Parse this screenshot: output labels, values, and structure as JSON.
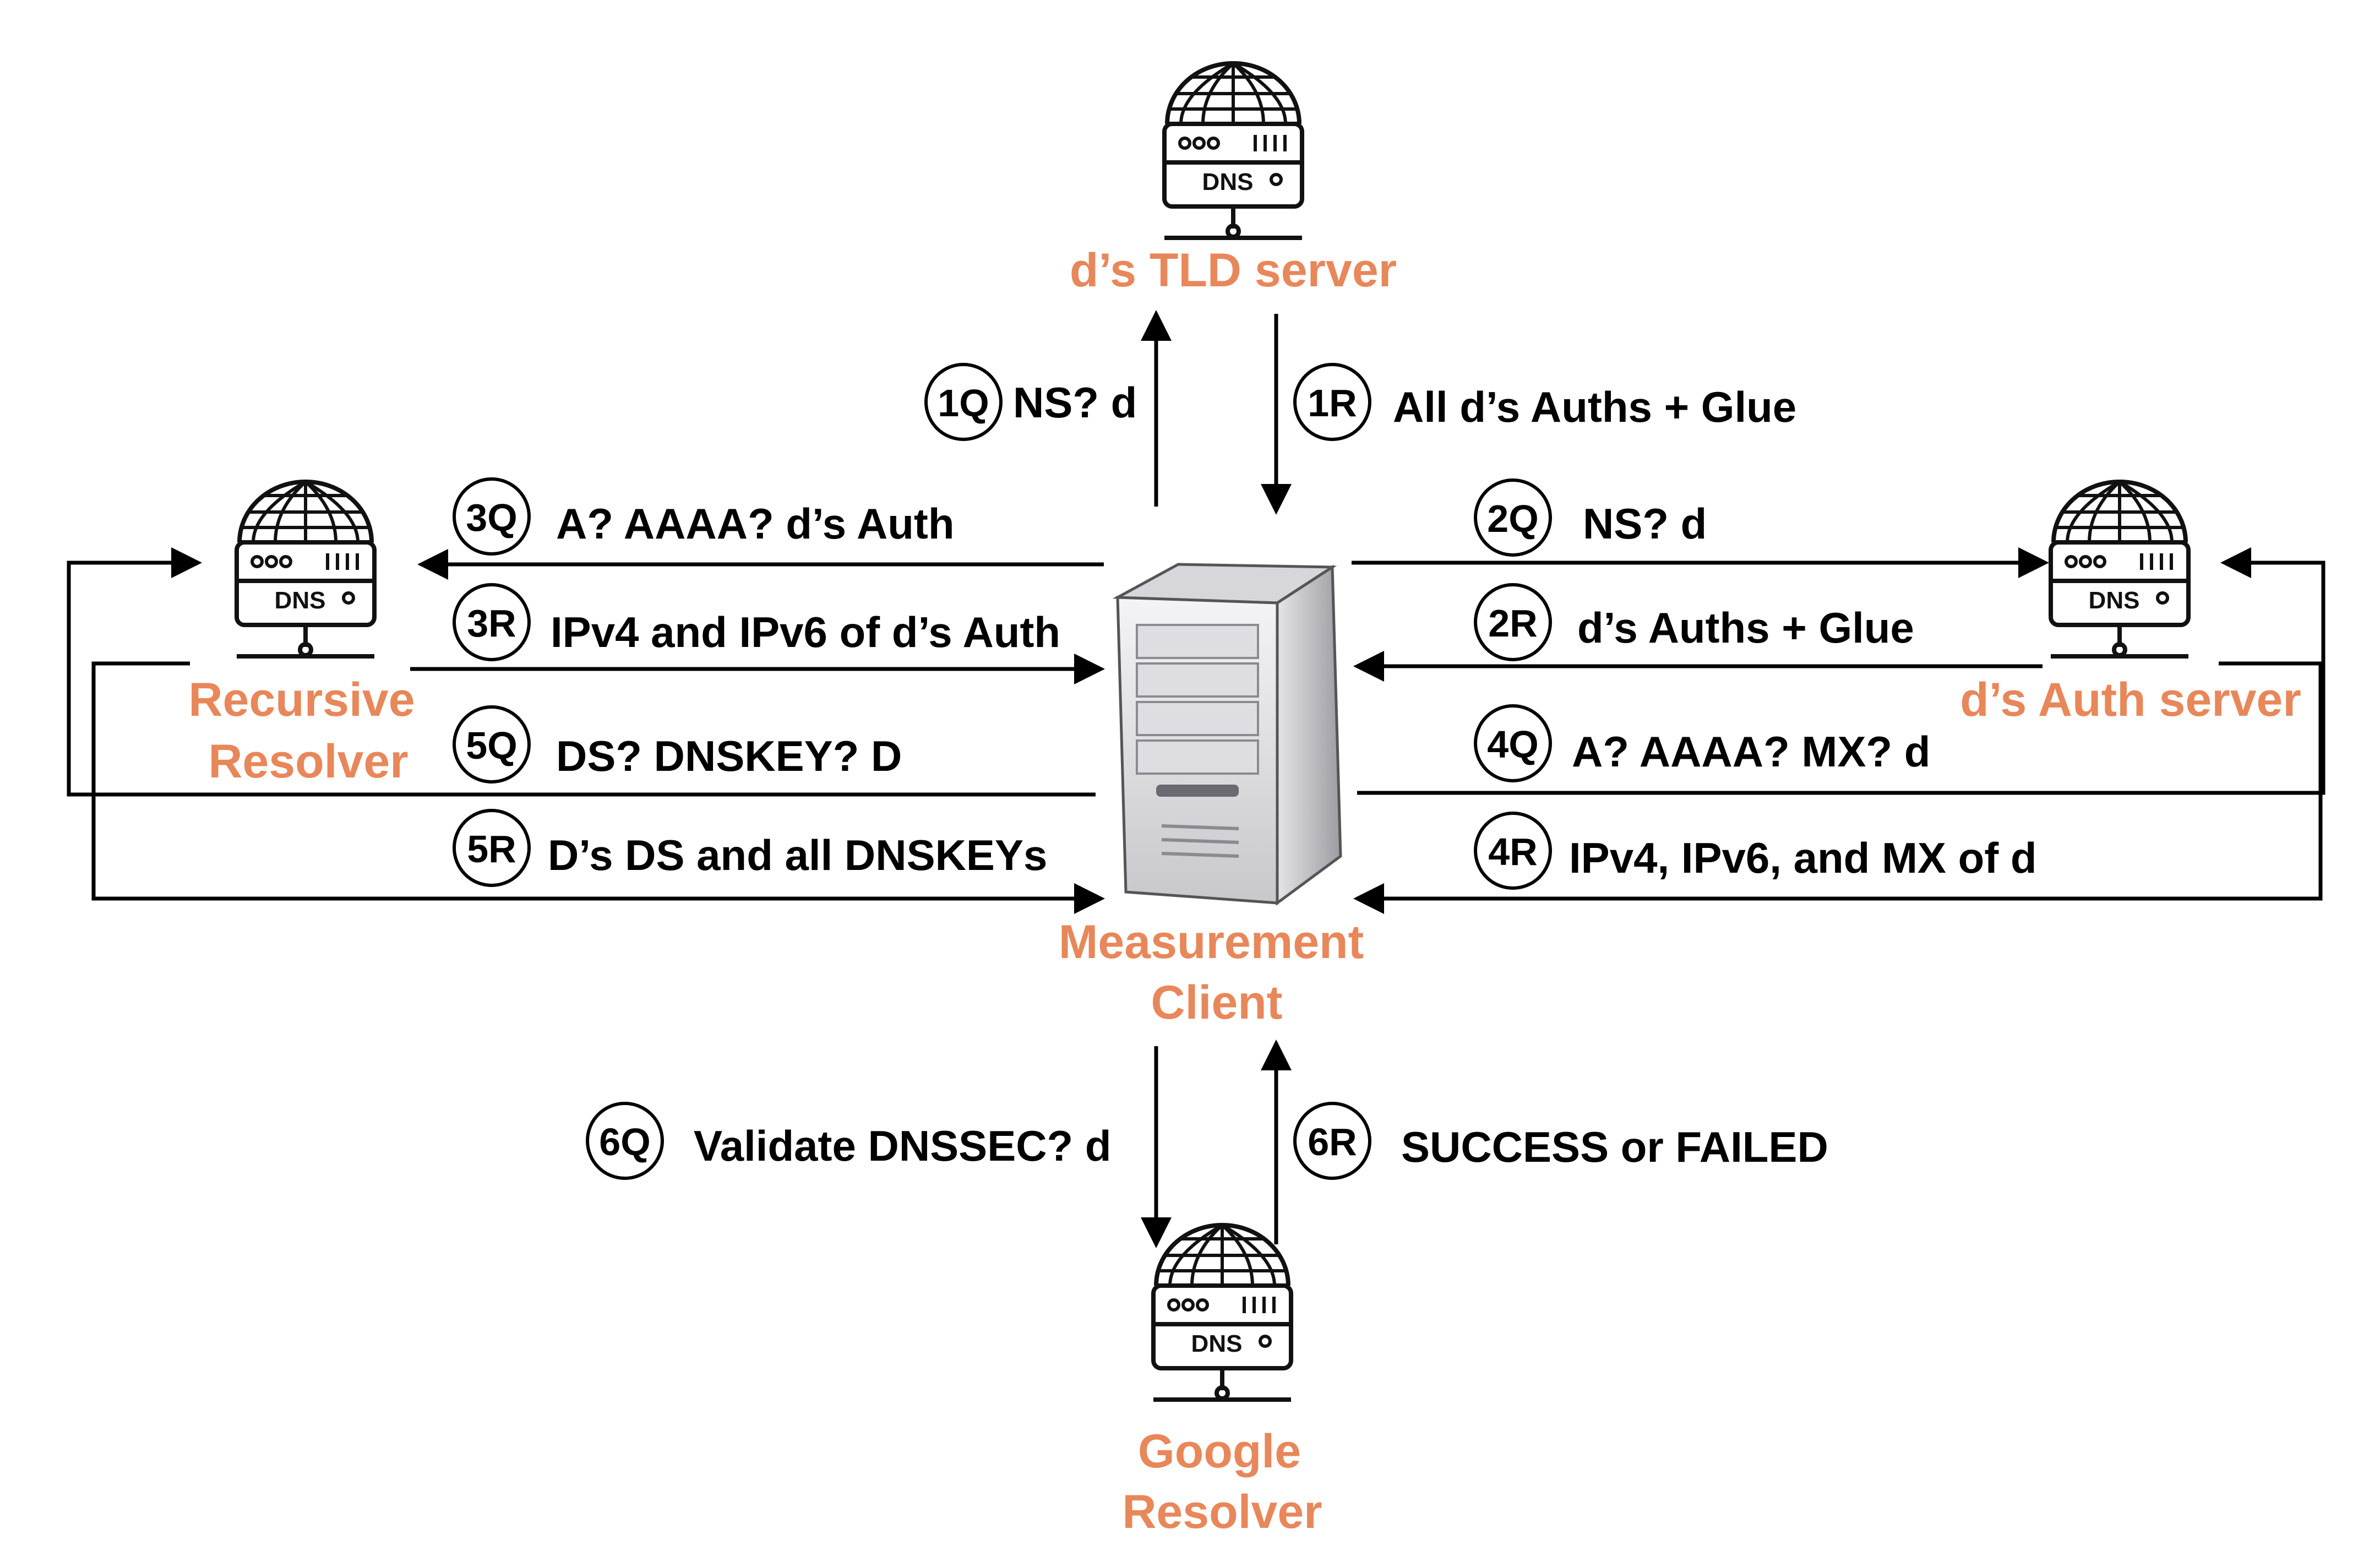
{
  "nodes": {
    "tld": {
      "label": "d’s TLD server",
      "icon": "dns-server-icon"
    },
    "recursive": {
      "label_line1": "Recursive",
      "label_line2": "Resolver",
      "icon": "dns-server-icon"
    },
    "auth": {
      "label": "d’s Auth server",
      "icon": "dns-server-icon"
    },
    "client": {
      "label_line1": "Measurement",
      "label_line2": "Client",
      "icon": "computer-tower-icon"
    },
    "google": {
      "label_line1": "Google",
      "label_line2": "Resolver",
      "icon": "dns-server-icon"
    }
  },
  "icon_text": {
    "dns": "DNS",
    "dots": "ooo",
    "bars": "IIII"
  },
  "steps": {
    "s1q": {
      "badge": "1Q",
      "text": "NS? d"
    },
    "s1r": {
      "badge": "1R",
      "text": "All d’s Auths + Glue"
    },
    "s2q": {
      "badge": "2Q",
      "text": "NS? d"
    },
    "s2r": {
      "badge": "2R",
      "text": "d’s Auths + Glue"
    },
    "s3q": {
      "badge": "3Q",
      "text": "A? AAAA? d’s Auth"
    },
    "s3r": {
      "badge": "3R",
      "text": "IPv4 and IPv6 of d’s Auth"
    },
    "s4q": {
      "badge": "4Q",
      "text": "A? AAAA? MX? d"
    },
    "s4r": {
      "badge": "4R",
      "text": "IPv4, IPv6, and MX of d"
    },
    "s5q": {
      "badge": "5Q",
      "text": "DS? DNSKEY? D"
    },
    "s5r": {
      "badge": "5R",
      "text": "D’s DS and all DNSKEYs"
    },
    "s6q": {
      "badge": "6Q",
      "text": "Validate DNSSEC? d"
    },
    "s6r": {
      "badge": "6R",
      "text": "SUCCESS or FAILED"
    }
  },
  "colors": {
    "node_label": "#e8875a",
    "line": "#000000"
  }
}
